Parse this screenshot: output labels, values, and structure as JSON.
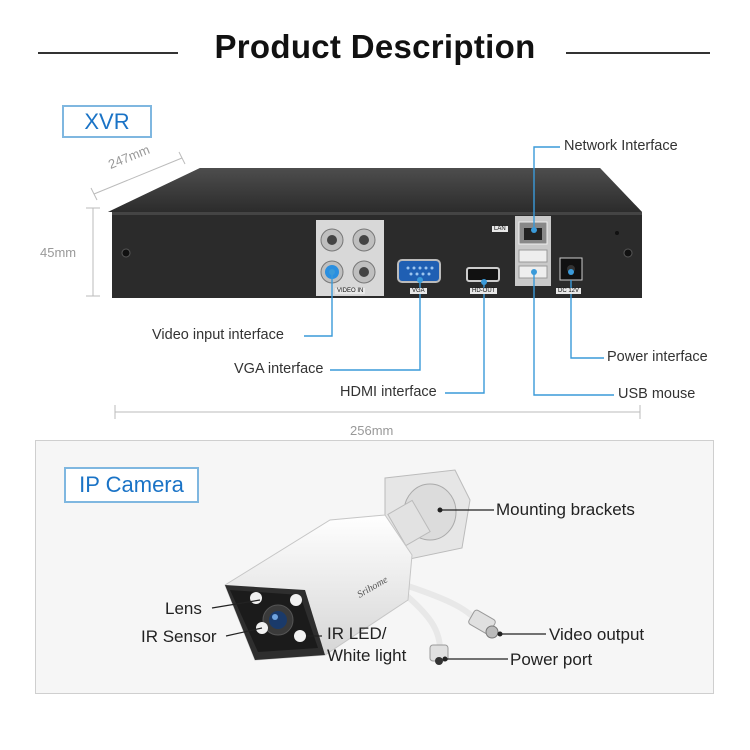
{
  "header": {
    "title": "Product Description"
  },
  "xvr": {
    "section_label": "XVR",
    "dim_depth": "247mm",
    "dim_height": "45mm",
    "dim_width": "256mm",
    "port_tags": {
      "video_in": "VIDEO IN",
      "vga": "VGA",
      "hdmi": "HD-OUT",
      "lan": "LAN",
      "dc": "DC 12V"
    },
    "callouts": {
      "network": "Network Interface",
      "video_input": "Video input interface",
      "vga": "VGA interface",
      "hdmi": "HDMI interface",
      "power": "Power interface",
      "usb": "USB mouse"
    }
  },
  "ip_camera": {
    "section_label": "IP Camera",
    "brand": "Srihome",
    "callouts": {
      "mounting": "Mounting brackets",
      "lens": "Lens",
      "ir_sensor": "IR Sensor",
      "ir_led_1": "IR LED/",
      "ir_led_2": "White light",
      "video_output": "Video output",
      "power_port": "Power port"
    }
  },
  "colors": {
    "accent": "#1a73c6",
    "label_border": "#7fb7e0",
    "device_body": "#2a2a2a",
    "callout_line": "#3a9ad9"
  }
}
